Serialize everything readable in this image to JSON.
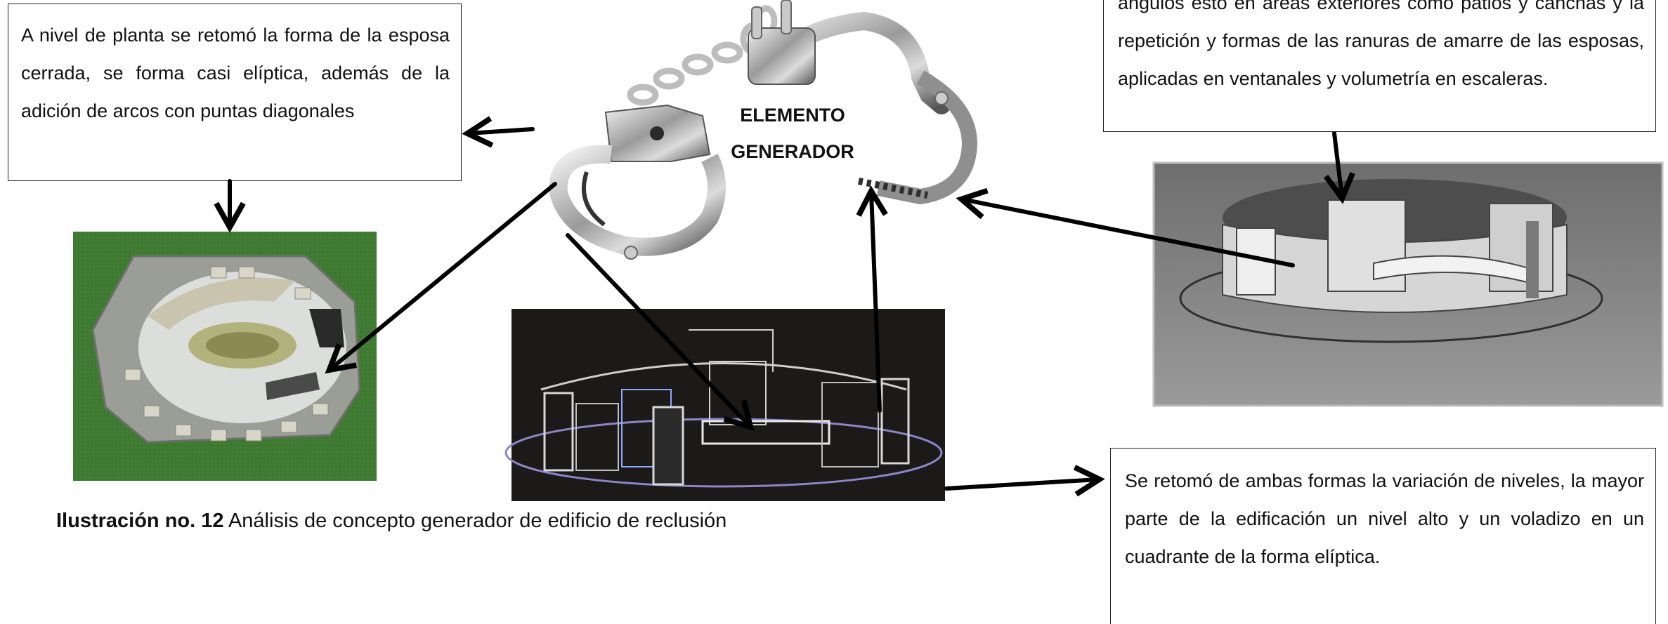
{
  "text_top_left": "A nivel de planta se retomó la forma de la esposa cerrada, se forma casi elíptica, además de la adición de arcos con puntas diagonales",
  "text_top_right": "ángulos esto en áreas exteriores como patios y canchas y la repetición y formas de las ranuras de amarre de las esposas, aplicadas en ventanales y volumetría en  escaleras.",
  "generator_label_line1": "ELEMENTO",
  "generator_label_line2": "GENERADOR",
  "text_bottom_right": "Se retomó de ambas formas la variación de niveles, la mayor parte de la edificación un nivel alto y un voladizo en un cuadrante de la forma elíptica.",
  "caption_bold": "Ilustración no. 12",
  "caption_text": " Análisis de concepto generador de edificio de reclusión",
  "colors": {
    "grass_green": "#3f7a32",
    "photo_dark": "#1b1a18",
    "render_gray": "#8a8a8a",
    "arrow": "#000000"
  }
}
